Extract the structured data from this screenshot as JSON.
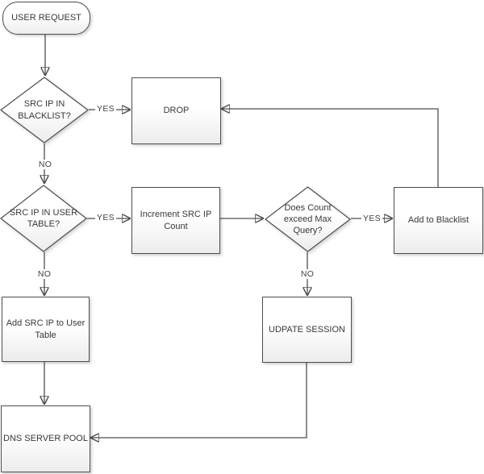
{
  "diagram": {
    "type": "flowchart",
    "colors": {
      "background": "#ffffff",
      "shape_border": "#4d4d4d",
      "shape_fill_top": "#ffffff",
      "shape_fill_bottom": "#ececec",
      "connector": "#4f4f4f",
      "text": "#383838"
    },
    "nodes": {
      "user_request": {
        "label": "USER REQUEST",
        "shape": "terminator"
      },
      "blacklist_check": {
        "label": "SRC IP IN BLACKLIST?",
        "shape": "decision"
      },
      "drop": {
        "label": "DROP",
        "shape": "process"
      },
      "user_table_check": {
        "label": "SRC IP IN USER TABLE?",
        "shape": "decision"
      },
      "increment_count": {
        "label": "Increment SRC IP Count",
        "shape": "process"
      },
      "max_query_check": {
        "label": "Does Count exceed Max Query?",
        "shape": "decision"
      },
      "add_to_blacklist": {
        "label": "Add to Blacklist",
        "shape": "process"
      },
      "add_src_ip": {
        "label": "Add SRC IP to User Table",
        "shape": "process"
      },
      "update_session": {
        "label": "UDPATE SESSION",
        "shape": "process"
      },
      "dns_server_pool": {
        "label": "DNS SERVER POOL",
        "shape": "process"
      }
    },
    "edge_labels": {
      "blacklist_yes": "YES",
      "blacklist_no": "NO",
      "user_table_yes": "YES",
      "user_table_no": "NO",
      "max_query_yes": "YES",
      "max_query_no": "NO"
    },
    "edges": [
      {
        "from": "user_request",
        "to": "blacklist_check",
        "label": ""
      },
      {
        "from": "blacklist_check",
        "to": "drop",
        "label": "YES"
      },
      {
        "from": "blacklist_check",
        "to": "user_table_check",
        "label": "NO"
      },
      {
        "from": "user_table_check",
        "to": "increment_count",
        "label": "YES"
      },
      {
        "from": "increment_count",
        "to": "max_query_check",
        "label": ""
      },
      {
        "from": "max_query_check",
        "to": "add_to_blacklist",
        "label": "YES"
      },
      {
        "from": "add_to_blacklist",
        "to": "drop",
        "label": ""
      },
      {
        "from": "max_query_check",
        "to": "update_session",
        "label": "NO"
      },
      {
        "from": "user_table_check",
        "to": "add_src_ip",
        "label": "NO"
      },
      {
        "from": "add_src_ip",
        "to": "dns_server_pool",
        "label": ""
      },
      {
        "from": "update_session",
        "to": "dns_server_pool",
        "label": ""
      }
    ]
  }
}
